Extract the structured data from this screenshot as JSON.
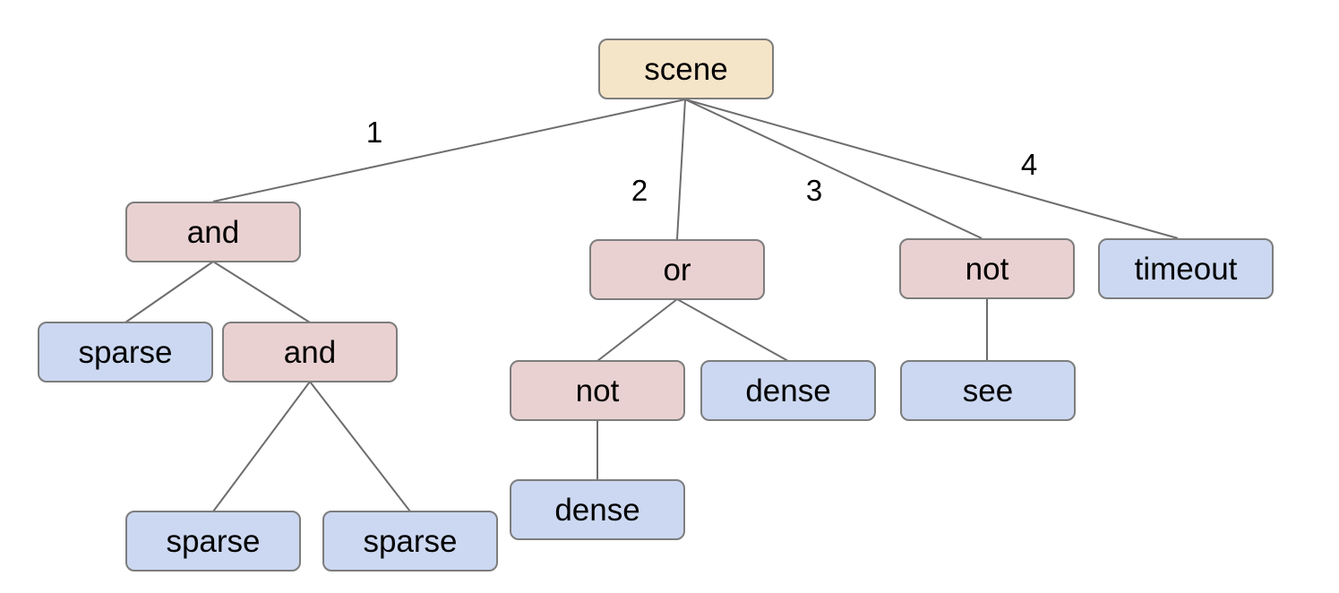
{
  "diagram": {
    "type": "behavior-tree",
    "colors": {
      "root_fill": "#f5e5c8",
      "operator_fill": "#ead1d1",
      "leaf_fill": "#ccd8f1",
      "border": "#7d7d7d",
      "edge": "#6d6d6d",
      "text": "#000000",
      "background": "#ffffff"
    },
    "nodes": {
      "scene": {
        "label": "scene",
        "role": "root"
      },
      "and1": {
        "label": "and",
        "role": "operator"
      },
      "or1": {
        "label": "or",
        "role": "operator"
      },
      "not1": {
        "label": "not",
        "role": "operator"
      },
      "timeout1": {
        "label": "timeout",
        "role": "leaf"
      },
      "sparse1": {
        "label": "sparse",
        "role": "leaf"
      },
      "and2": {
        "label": "and",
        "role": "operator"
      },
      "not2": {
        "label": "not",
        "role": "operator"
      },
      "dense1": {
        "label": "dense",
        "role": "leaf"
      },
      "see1": {
        "label": "see",
        "role": "leaf"
      },
      "sparse2": {
        "label": "sparse",
        "role": "leaf"
      },
      "sparse3": {
        "label": "sparse",
        "role": "leaf"
      },
      "dense2": {
        "label": "dense",
        "role": "leaf"
      }
    },
    "edges": [
      {
        "from": "scene",
        "to": "and1",
        "label": "1"
      },
      {
        "from": "scene",
        "to": "or1",
        "label": "2"
      },
      {
        "from": "scene",
        "to": "not1",
        "label": "3"
      },
      {
        "from": "scene",
        "to": "timeout1",
        "label": "4"
      },
      {
        "from": "and1",
        "to": "sparse1",
        "label": ""
      },
      {
        "from": "and1",
        "to": "and2",
        "label": ""
      },
      {
        "from": "and2",
        "to": "sparse2",
        "label": ""
      },
      {
        "from": "and2",
        "to": "sparse3",
        "label": ""
      },
      {
        "from": "or1",
        "to": "not2",
        "label": ""
      },
      {
        "from": "or1",
        "to": "dense1",
        "label": ""
      },
      {
        "from": "not2",
        "to": "dense2",
        "label": ""
      },
      {
        "from": "not1",
        "to": "see1",
        "label": ""
      }
    ]
  }
}
